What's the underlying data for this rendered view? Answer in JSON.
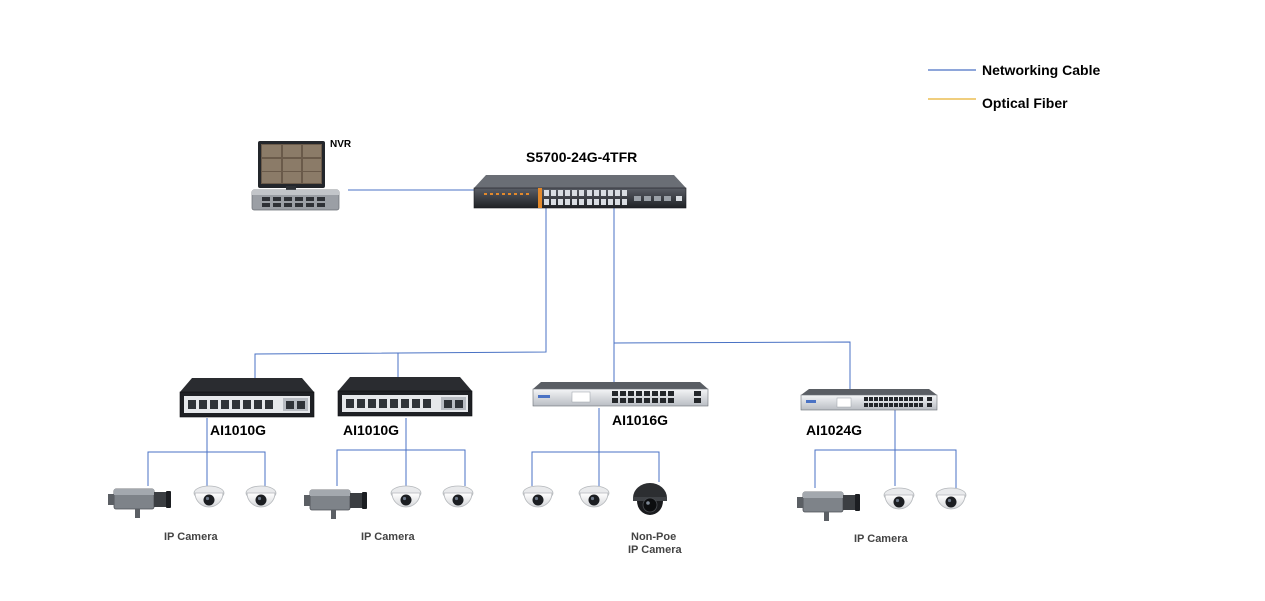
{
  "legend": {
    "networking_cable": {
      "label": "Networking Cable",
      "color": "#4a72c4"
    },
    "optical_fiber": {
      "label": "Optical Fiber",
      "color": "#e6b031"
    }
  },
  "nvr": {
    "label": "NVR"
  },
  "core_switch": {
    "label": "S5700-24G-4TFR"
  },
  "access_switches": [
    {
      "label": "AI1010G"
    },
    {
      "label": "AI1010G"
    },
    {
      "label": "AI1016G"
    },
    {
      "label": "AI1024G"
    }
  ],
  "camera_groups": [
    {
      "label": "IP Camera"
    },
    {
      "label": "IP Camera"
    },
    {
      "label": "Non-Poe",
      "label2": "IP Camera"
    },
    {
      "label": "IP Camera"
    }
  ],
  "colors": {
    "cable": "#4a72c4",
    "fiber": "#e6b031",
    "switch_body": "#3a3d42",
    "port_orange": "#e3892b"
  }
}
